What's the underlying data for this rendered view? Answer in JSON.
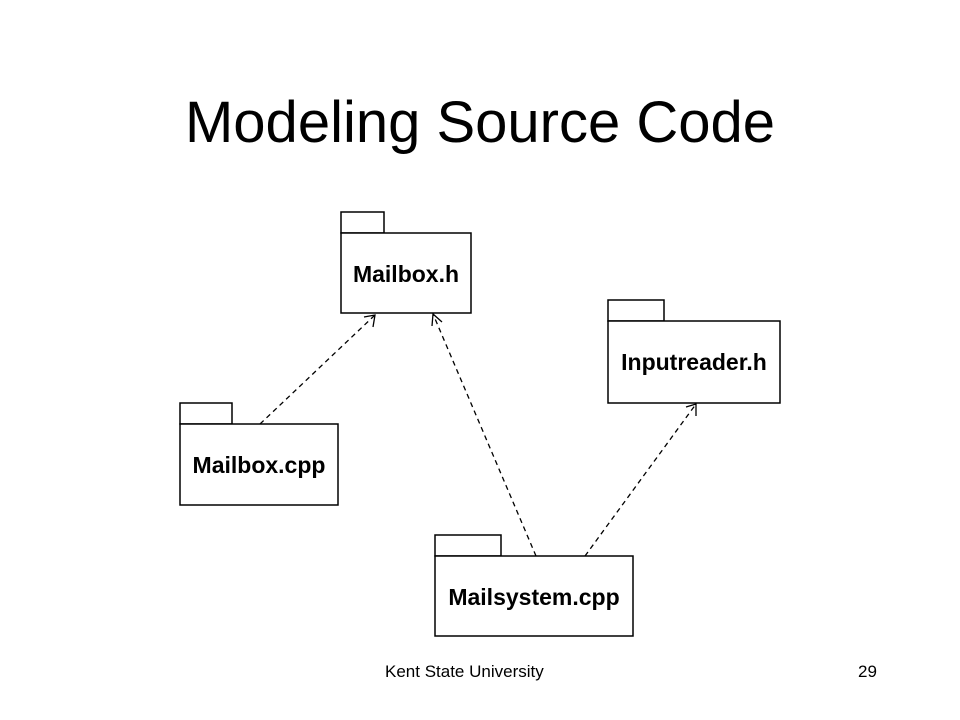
{
  "slide": {
    "title": "Modeling Source Code"
  },
  "packages": {
    "mailbox_h": "Mailbox.h",
    "inputreader_h": "Inputreader.h",
    "mailbox_cpp": "Mailbox.cpp",
    "mailsystem_cpp": "Mailsystem.cpp"
  },
  "dependencies": [
    {
      "from": "Mailbox.cpp",
      "to": "Mailbox.h"
    },
    {
      "from": "Mailsystem.cpp",
      "to": "Mailbox.h"
    },
    {
      "from": "Mailsystem.cpp",
      "to": "Inputreader.h"
    }
  ],
  "footer": {
    "organization": "Kent State University",
    "page_number": "29"
  }
}
